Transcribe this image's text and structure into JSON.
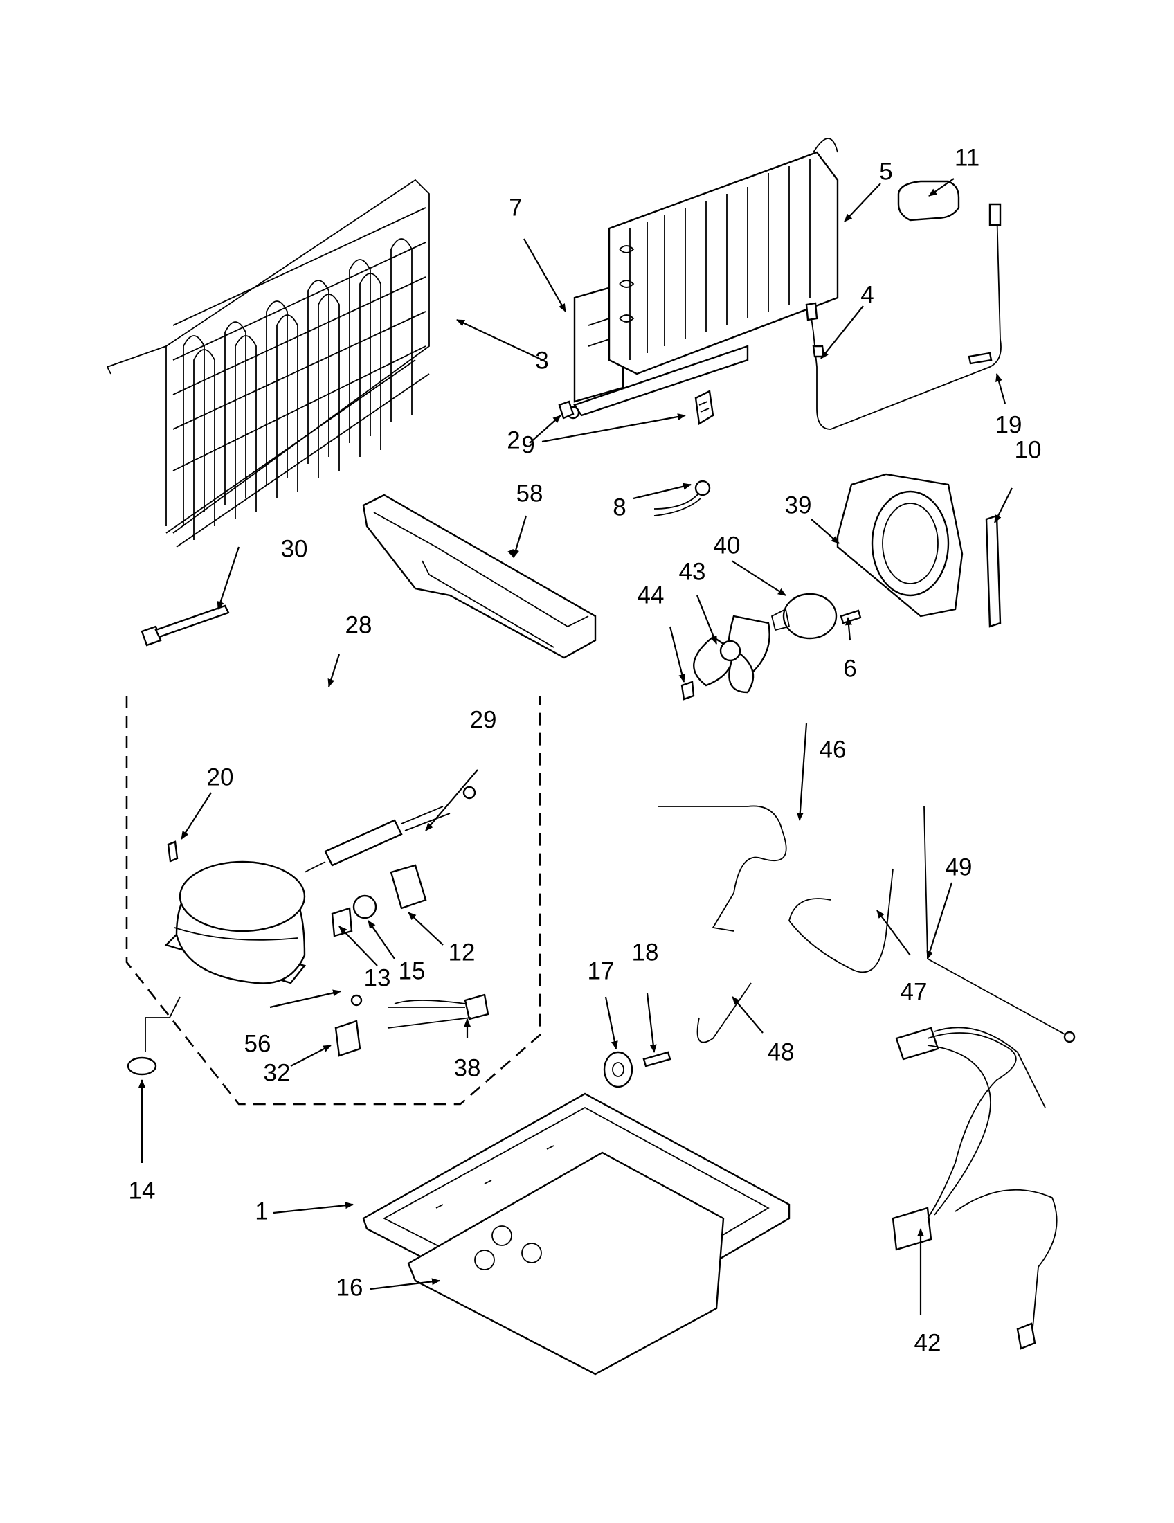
{
  "callouts": {
    "p1": "1",
    "p2": "2",
    "p3": "3",
    "p4": "4",
    "p5": "5",
    "p6": "6",
    "p7": "7",
    "p8": "8",
    "p9": "9",
    "p10": "10",
    "p11": "11",
    "p12": "12",
    "p13": "13",
    "p14": "14",
    "p15": "15",
    "p16": "16",
    "p17": "17",
    "p18": "18",
    "p19": "19",
    "p20": "20",
    "p28": "28",
    "p29": "29",
    "p30": "30",
    "p32": "32",
    "p38": "38",
    "p39": "39",
    "p40": "40",
    "p42": "42",
    "p43": "43",
    "p44": "44",
    "p46": "46",
    "p47": "47",
    "p48": "48",
    "p49": "49",
    "p56": "56",
    "p58": "58"
  }
}
